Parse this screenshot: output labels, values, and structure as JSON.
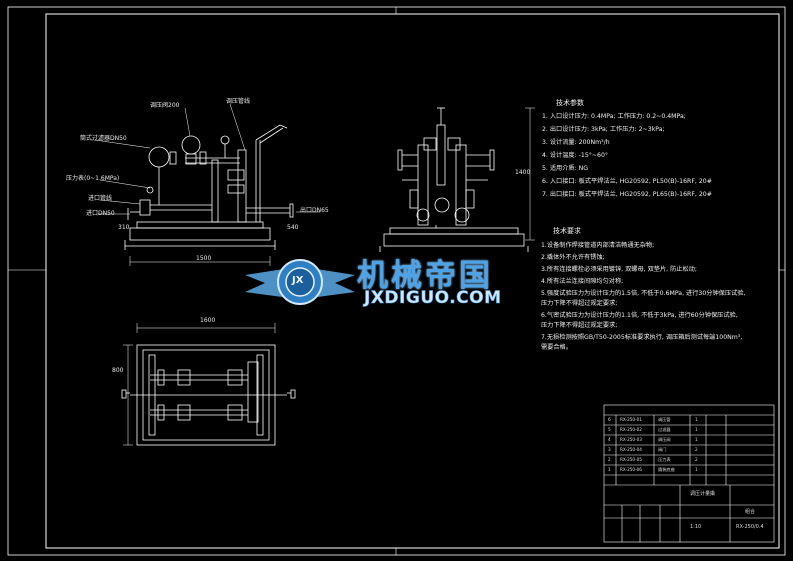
{
  "labels": {
    "regulating_valve": "调压阀200",
    "pressure_gauge_top": "调压管线",
    "filter": "筒式过滤器DN50",
    "pressure_gauge": "压力表(0~1.6MPa)",
    "inlet_pipe": "进口管线",
    "inlet_dn": "进口DN50",
    "outlet_dn": "出口DN65",
    "dim_1500": "1500",
    "dim_1600": "1600",
    "dim_800": "800",
    "dim_310": "310",
    "dim_540": "540",
    "dim_1400": "1400"
  },
  "tech_params": {
    "title": "技术参数",
    "items": [
      "1.   入口设计压力: 0.4MPa; 工作压力: 0.2~0.4MPa;",
      "2.   出口设计压力: 3kPa; 工作压力: 2~3kPa;",
      "3.   设计流量: 200Nm³/h",
      "4.   设计温度: -15°~60°",
      "5.   适用介质: NG",
      "6.   入口接口: 板式平焊法兰, HG20592, PL50(B)-16RF, 20#",
      "7.   出口接口: 板式平焊法兰, HG20592, PL65(B)-16RF, 20#"
    ]
  },
  "tech_req": {
    "title": "技术要求",
    "items": [
      "1.设备制作焊接管道内部清洁畅通无杂物;",
      "2.撬体外不允许有锈蚀;",
      "3.所有连接螺栓必须采用镀锌, 双螺母, 双垫片, 防止松动;",
      "4.所有法兰连接间隙均匀对称;",
      "5.强度试验压力为设计压力的1.5倍, 不低于0.6MPa, 进行30分钟保压试验,",
      "  压力下降不得超过规定要求;",
      "6.气密试验压力为设计压力的1.1倍, 不低于3kPa, 进行60分钟保压试验,",
      "  压力下降不得超过规定要求;",
      "7.无损检测按照GB/T50-2005标准要求执行,    调压箱后测试每端100Nm³,",
      "  需要合格。"
    ]
  },
  "watermark": {
    "text": "机械帝国",
    "url": "JXDIGUO.COM",
    "logo": "JX"
  },
  "title_block": {
    "rows": [
      [
        "6",
        "RX-250-01",
        "调压管",
        "1"
      ],
      [
        "5",
        "RX-250-02",
        "过滤器",
        "1"
      ],
      [
        "4",
        "RX-250-03",
        "调压阀",
        "1"
      ],
      [
        "3",
        "RX-250-04",
        "阀门",
        "2"
      ],
      [
        "2",
        "RX-250-05",
        "压力表",
        "2"
      ],
      [
        "1",
        "RX-250-06",
        "撬装底座",
        "1"
      ]
    ],
    "drawing_name": "调压计量撬",
    "drawing_number": "RX-250/0.4",
    "scale": "1:10",
    "material": "组合"
  },
  "colors": {
    "line": "#ffffff",
    "frame": "#ffffff",
    "watermark": "#4da3e6"
  }
}
